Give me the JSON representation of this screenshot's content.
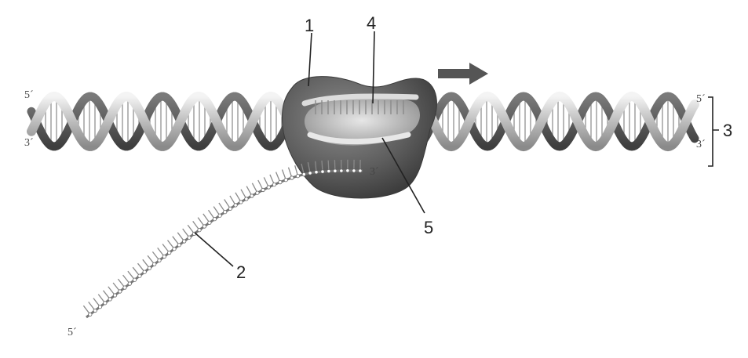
{
  "diagram": {
    "labels": {
      "enzyme": "1",
      "transcript": "2",
      "dna_duplex": "3",
      "template_strand": "4",
      "hybrid": "5"
    },
    "ends": {
      "dna_left_top": "5´",
      "dna_left_bottom": "3´",
      "dna_right_top": "5´",
      "dna_right_bottom": "3´",
      "rna_3prime": "3´",
      "rna_5prime": "5´"
    },
    "direction": "right"
  }
}
